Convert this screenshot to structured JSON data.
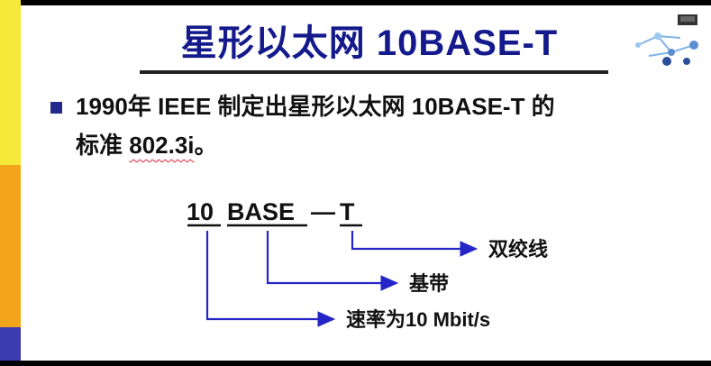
{
  "title": "星形以太网 10BASE-T",
  "bullet": {
    "line1": "1990年 IEEE 制定出星形以太网 10BASE-T 的",
    "line2_prefix": "标准 ",
    "line2_code": "802.3i",
    "line2_suffix": "。"
  },
  "diagram": {
    "part1": "10",
    "part2": "BASE",
    "dash": "—",
    "part3": "T",
    "label_t": "双绞线",
    "label_base": "基带",
    "label_10": "速率为10 Mbit/s"
  },
  "colors": {
    "title": "#141a8c",
    "arrows": "#2525c8",
    "bar_yellow": "#f7e93a",
    "bar_orange": "#f2a51a",
    "bar_blue": "#3b3bb0"
  },
  "icons": {
    "logo": "network-illustration-icon"
  }
}
